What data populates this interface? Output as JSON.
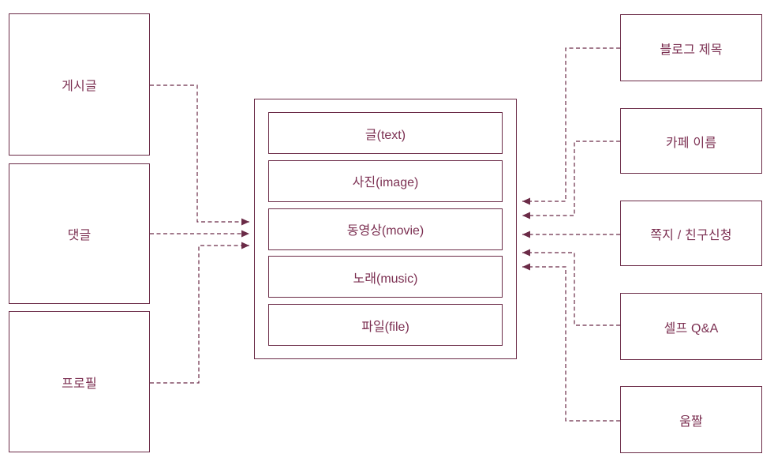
{
  "colors": {
    "line": "#6b2b47",
    "text": "#7c3052",
    "background": "#ffffff"
  },
  "diagram": {
    "left_nodes": [
      {
        "label": "게시글"
      },
      {
        "label": "댓글"
      },
      {
        "label": "프로필"
      }
    ],
    "center": {
      "items": [
        {
          "label": "글(text)"
        },
        {
          "label": "사진(image)"
        },
        {
          "label": "동영상(movie)"
        },
        {
          "label": "노래(music)"
        },
        {
          "label": "파일(file)"
        }
      ]
    },
    "right_nodes": [
      {
        "label": "블로그 제목"
      },
      {
        "label": "카페 이름"
      },
      {
        "label": "쪽지 / 친구신청"
      },
      {
        "label": "셀프 Q&A"
      },
      {
        "label": "움짤"
      }
    ]
  }
}
